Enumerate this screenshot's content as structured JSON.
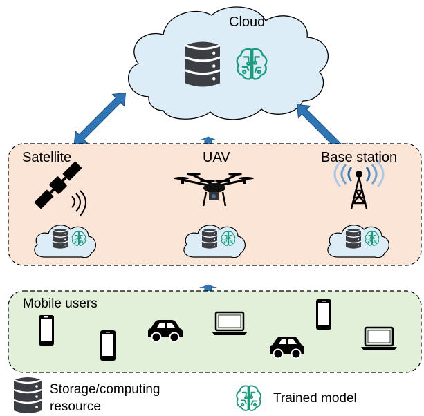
{
  "cloud": {
    "label": "Cloud"
  },
  "edge_layer": {
    "nodes": [
      {
        "label": "Satellite",
        "icon": "satellite-icon"
      },
      {
        "label": "UAV",
        "icon": "drone-icon"
      },
      {
        "label": "Base station",
        "icon": "cell-tower-icon"
      }
    ],
    "fill": "#fbe5d6"
  },
  "user_layer": {
    "label": "Mobile users",
    "fill": "#e2f0d9",
    "devices": [
      "smartphone-icon",
      "smartphone-icon",
      "car-icon",
      "laptop-icon",
      "car-icon",
      "smartphone-icon",
      "laptop-icon"
    ]
  },
  "legend": {
    "storage_label_line1": "Storage/computing",
    "storage_label_line2": "resource",
    "model_label": "Trained model"
  },
  "colors": {
    "cloud_fill": "#dcedf8",
    "arrow_fill": "#2e75b6",
    "database": "#3b3f44",
    "brain": "#1a9c7c",
    "tower_signal": "#2e75b6"
  }
}
